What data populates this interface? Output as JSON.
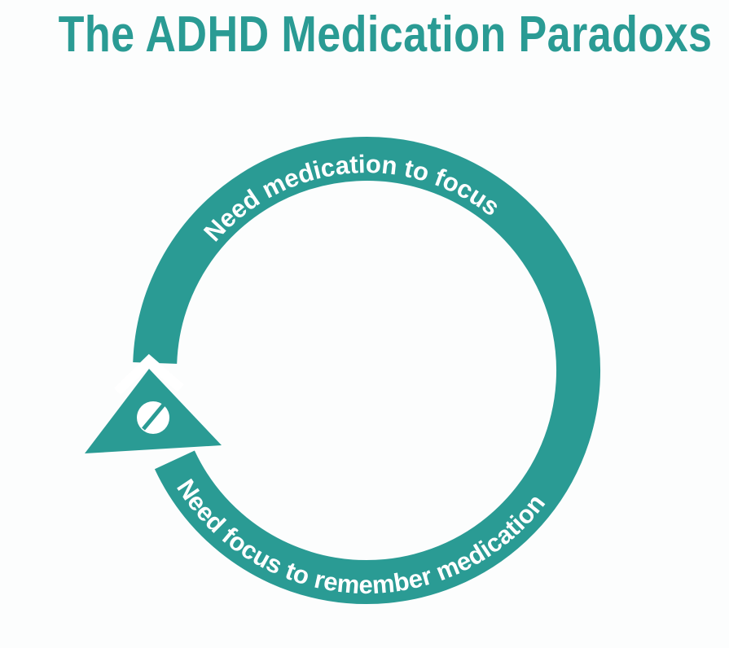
{
  "title": "The ADHD Medication Paradoxs",
  "cycle": {
    "top_label": "Need medication to focus",
    "bottom_label": "Need focus to remember medication"
  },
  "icons": {
    "arrowhead": "cycle-arrowhead",
    "pill": "pill-icon"
  },
  "colors": {
    "teal": "#2a9b94",
    "white": "#ffffff",
    "background": "#fcfdfd"
  }
}
